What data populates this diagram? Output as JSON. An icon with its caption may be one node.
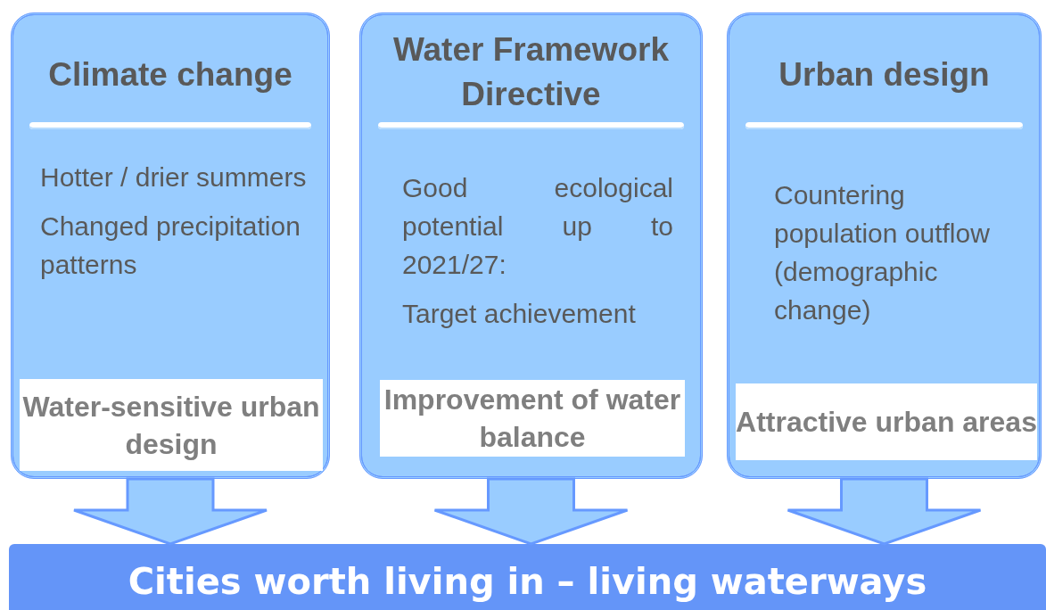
{
  "diagram": {
    "nodes": [
      {
        "text": [
          "Climate change",
          "Hotter / drier summers",
          "Changed precipitation patterns"
        ]
      },
      {
        "text": [
          "Water-sensitive urban design"
        ],
        "in": 0
      },
      {
        "text": [
          "Water Framework Directive",
          "Good ecological potential up to 2021/27:",
          "Target achievement"
        ]
      },
      {
        "text": [
          "Improvement of water balance"
        ],
        "in": 2
      },
      {
        "text": [
          "Urban design",
          "Countering population outflow (demographic change)"
        ]
      },
      {
        "text": [
          "Attractive urban areas"
        ],
        "in": 4
      },
      {
        "text": [
          "Cities worth living in – living waterways"
        ]
      }
    ],
    "edges": [
      {
        "from": 0,
        "to": 6,
        "arrow": "to"
      },
      {
        "from": 2,
        "to": 6,
        "arrow": "to"
      },
      {
        "from": 4,
        "to": 6,
        "arrow": "to"
      }
    ]
  }
}
